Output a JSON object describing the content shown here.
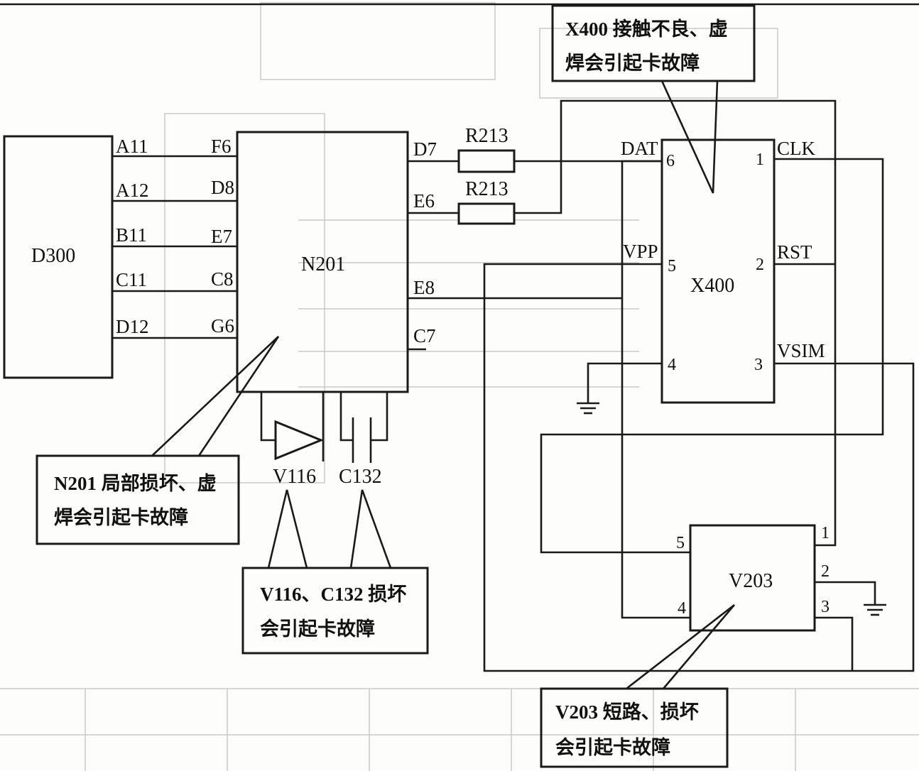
{
  "components": {
    "d300": "D300",
    "n201": "N201",
    "x400": "X400",
    "v203": "V203",
    "r213_a": "R213",
    "r213_b": "R213",
    "v116": "V116",
    "c132": "C132"
  },
  "d300_pins": [
    "A11",
    "A12",
    "B11",
    "C11",
    "D12"
  ],
  "n201_left_pins": [
    "F6",
    "D8",
    "E7",
    "C8",
    "G6"
  ],
  "n201_right_pins": [
    "D7",
    "E6",
    "E8",
    "C7"
  ],
  "x400_left_pins": {
    "dat_name": "DAT",
    "dat_num": "6",
    "vpp_name": "VPP",
    "vpp_num": "5",
    "gnd_num": "4"
  },
  "x400_right_pins": {
    "clk_name": "CLK",
    "clk_num": "1",
    "rst_name": "RST",
    "rst_num": "2",
    "vsim_name": "VSIM",
    "vsim_num": "3"
  },
  "v203_pins": {
    "p1": "1",
    "p2": "2",
    "p3": "3",
    "p4": "4",
    "p5": "5"
  },
  "callouts": {
    "x400": [
      "X400 接触不良、虚",
      "焊会引起卡故障"
    ],
    "n201": [
      "N201 局部损坏、虚",
      "焊会引起卡故障"
    ],
    "v116": [
      "V116、C132 损坏",
      "会引起卡故障"
    ],
    "v203": [
      "V203 短路、损坏",
      "会引起卡故障"
    ]
  },
  "colors": {
    "ink": "#1a1a1a",
    "background": "#fdfdfb",
    "bleed_through": "#c4c4c4"
  }
}
